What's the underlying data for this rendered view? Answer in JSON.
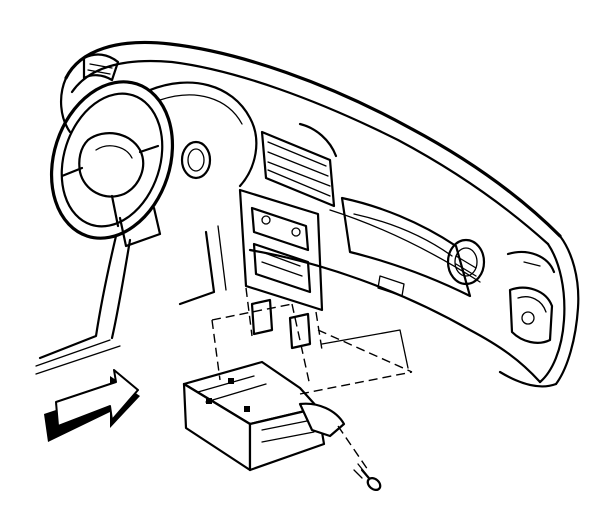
{
  "figure": {
    "components": [
      {
        "id": "instrument-panel",
        "icon": "dashboard-outline"
      },
      {
        "id": "steering-wheel",
        "icon": "steering-wheel-outline"
      },
      {
        "id": "center-console-bracket",
        "icon": "bracket-outline"
      },
      {
        "id": "fastener",
        "icon": "bolt-icon"
      },
      {
        "id": "direction-arrow",
        "icon": "arrow-right-icon"
      }
    ],
    "colors": {
      "ink": "#000000",
      "paper": "#ffffff"
    }
  }
}
